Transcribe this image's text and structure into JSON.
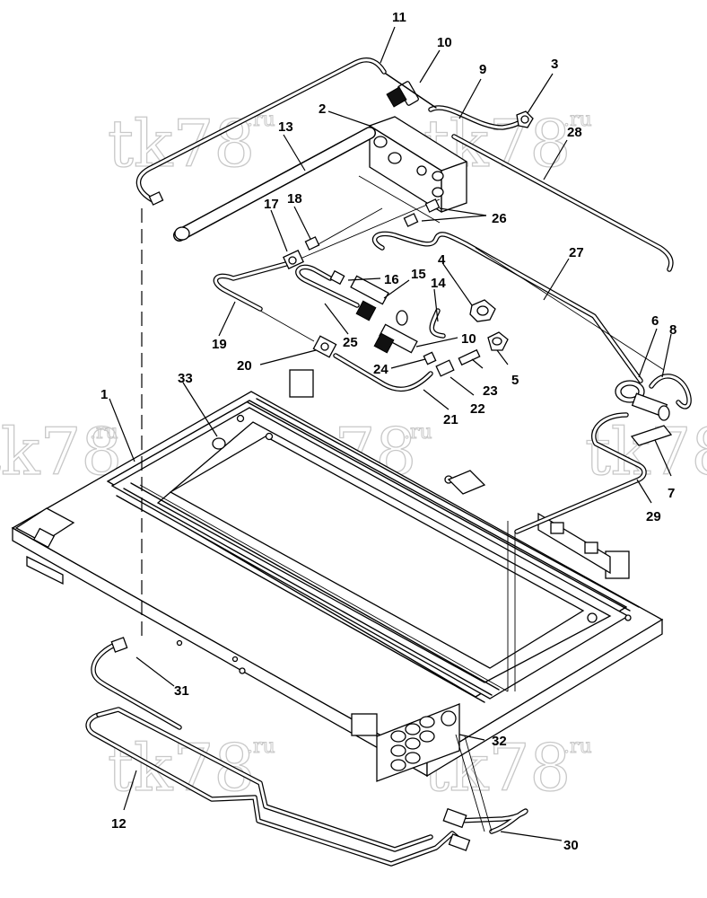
{
  "watermark": {
    "main": "tk78",
    "suffix": ".ru"
  },
  "callouts": [
    {
      "id": "c1",
      "label": "1"
    },
    {
      "id": "c2",
      "label": "2"
    },
    {
      "id": "c3",
      "label": "3"
    },
    {
      "id": "c4",
      "label": "4"
    },
    {
      "id": "c5",
      "label": "5"
    },
    {
      "id": "c6",
      "label": "6"
    },
    {
      "id": "c7",
      "label": "7"
    },
    {
      "id": "c8",
      "label": "8"
    },
    {
      "id": "c9",
      "label": "9"
    },
    {
      "id": "c10a",
      "label": "10"
    },
    {
      "id": "c10b",
      "label": "10"
    },
    {
      "id": "c11",
      "label": "11"
    },
    {
      "id": "c12",
      "label": "12"
    },
    {
      "id": "c13",
      "label": "13"
    },
    {
      "id": "c14",
      "label": "14"
    },
    {
      "id": "c15",
      "label": "15"
    },
    {
      "id": "c16",
      "label": "16"
    },
    {
      "id": "c17",
      "label": "17"
    },
    {
      "id": "c18",
      "label": "18"
    },
    {
      "id": "c19",
      "label": "19"
    },
    {
      "id": "c20",
      "label": "20"
    },
    {
      "id": "c21",
      "label": "21"
    },
    {
      "id": "c22",
      "label": "22"
    },
    {
      "id": "c23",
      "label": "23"
    },
    {
      "id": "c24",
      "label": "24"
    },
    {
      "id": "c25",
      "label": "25"
    },
    {
      "id": "c26",
      "label": "26"
    },
    {
      "id": "c27",
      "label": "27"
    },
    {
      "id": "c28",
      "label": "28"
    },
    {
      "id": "c29",
      "label": "29"
    },
    {
      "id": "c30",
      "label": "30"
    },
    {
      "id": "c31",
      "label": "31"
    },
    {
      "id": "c32",
      "label": "32"
    },
    {
      "id": "c33",
      "label": "33"
    }
  ]
}
